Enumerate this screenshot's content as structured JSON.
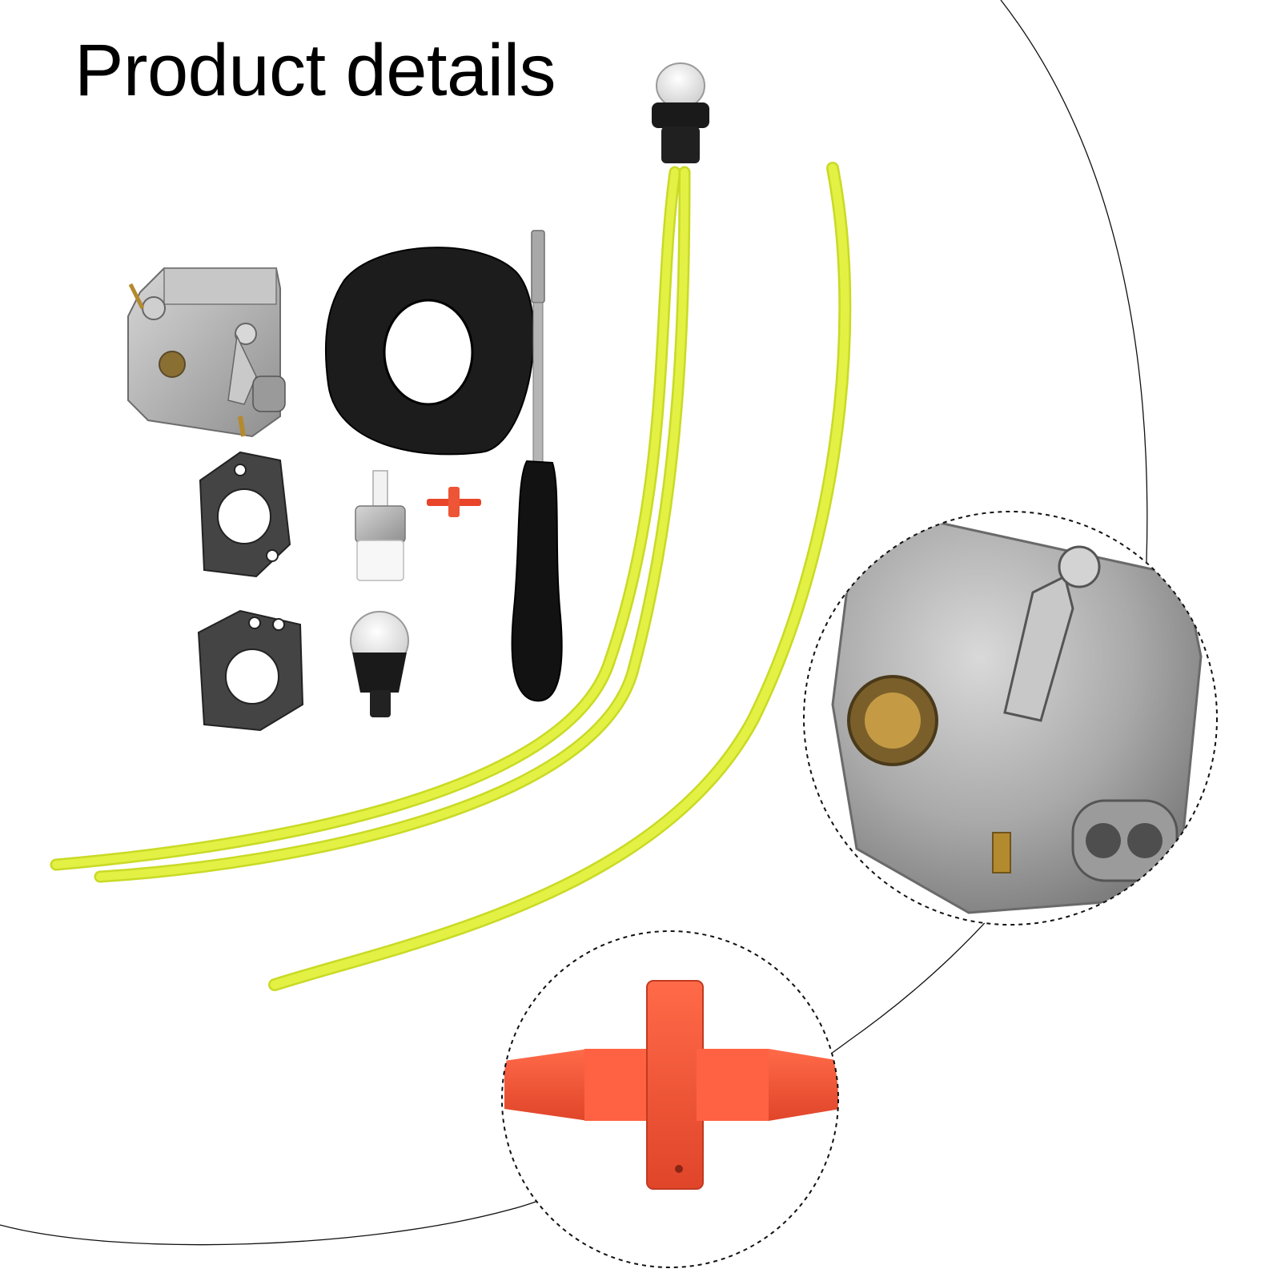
{
  "page": {
    "title": "Product details"
  },
  "colors": {
    "background": "#ffffff",
    "title_text": "#000000",
    "tube": "#dfee3a",
    "tube_edge": "#c5d621",
    "foam": "#1c1c1c",
    "metal": "#b7b7b7",
    "connector": "#f05a3a",
    "gasket": "#4a4a4a",
    "handle": "#141414"
  },
  "icons": {
    "carburetor": "carburetor-part",
    "air_filter": "foam-air-filter",
    "adjusting_tool": "screwdriver-tool",
    "gaskets": "gasket-pair",
    "fuel_filter": "fuel-filter",
    "primer_bulb": "primer-bulb",
    "connector": "tube-connector",
    "fuel_lines": "fuel-line-tubes"
  }
}
